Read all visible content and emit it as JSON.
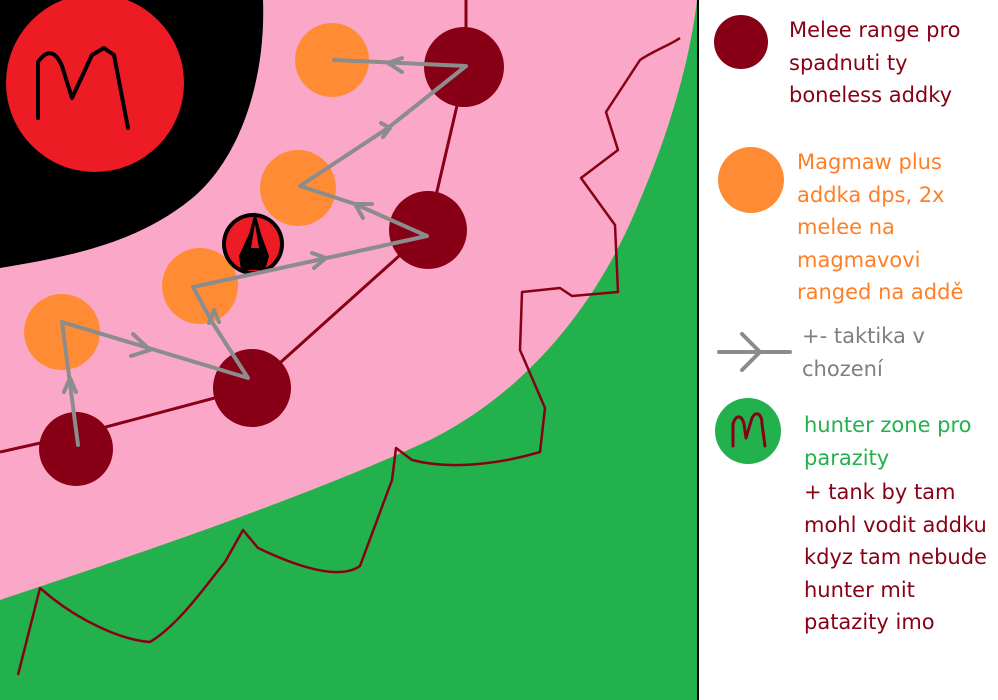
{
  "colors": {
    "pink_zone": "#fba8c8",
    "green_zone": "#22b14c",
    "boss_area": "#000000",
    "boss_marker": "#ed1c24",
    "melee": "#880015",
    "orange": "#ff8c35",
    "arrow": "#8c8c8c",
    "legend_melee_text": "#880015",
    "legend_orange_text": "#ff7f27",
    "legend_arrow_text": "#7f7f7f",
    "legend_hunter_text": "#22b14c",
    "legend_tank_text": "#880015",
    "divider": "#000000"
  },
  "boss": {
    "letter": "M"
  },
  "legend": {
    "melee": {
      "icon": "dark-red-circle",
      "text": "Melee range pro\nspadnuti ty\nboneless addky"
    },
    "ranged": {
      "icon": "orange-circle",
      "text": "Magmaw plus\naddka dps, 2x\nmelee na\nmagmavovi\nranged na addě"
    },
    "movement": {
      "icon": "arrow-icon",
      "text": "+- taktika v\nchození"
    },
    "hunter": {
      "icon": "green-circle-m",
      "text": "hunter zone pro\nparazity",
      "tank_note": "+ tank by tam\nmohl vodit addku\nkdyz tam nebude\nhunter mit\npatazity imo"
    }
  }
}
